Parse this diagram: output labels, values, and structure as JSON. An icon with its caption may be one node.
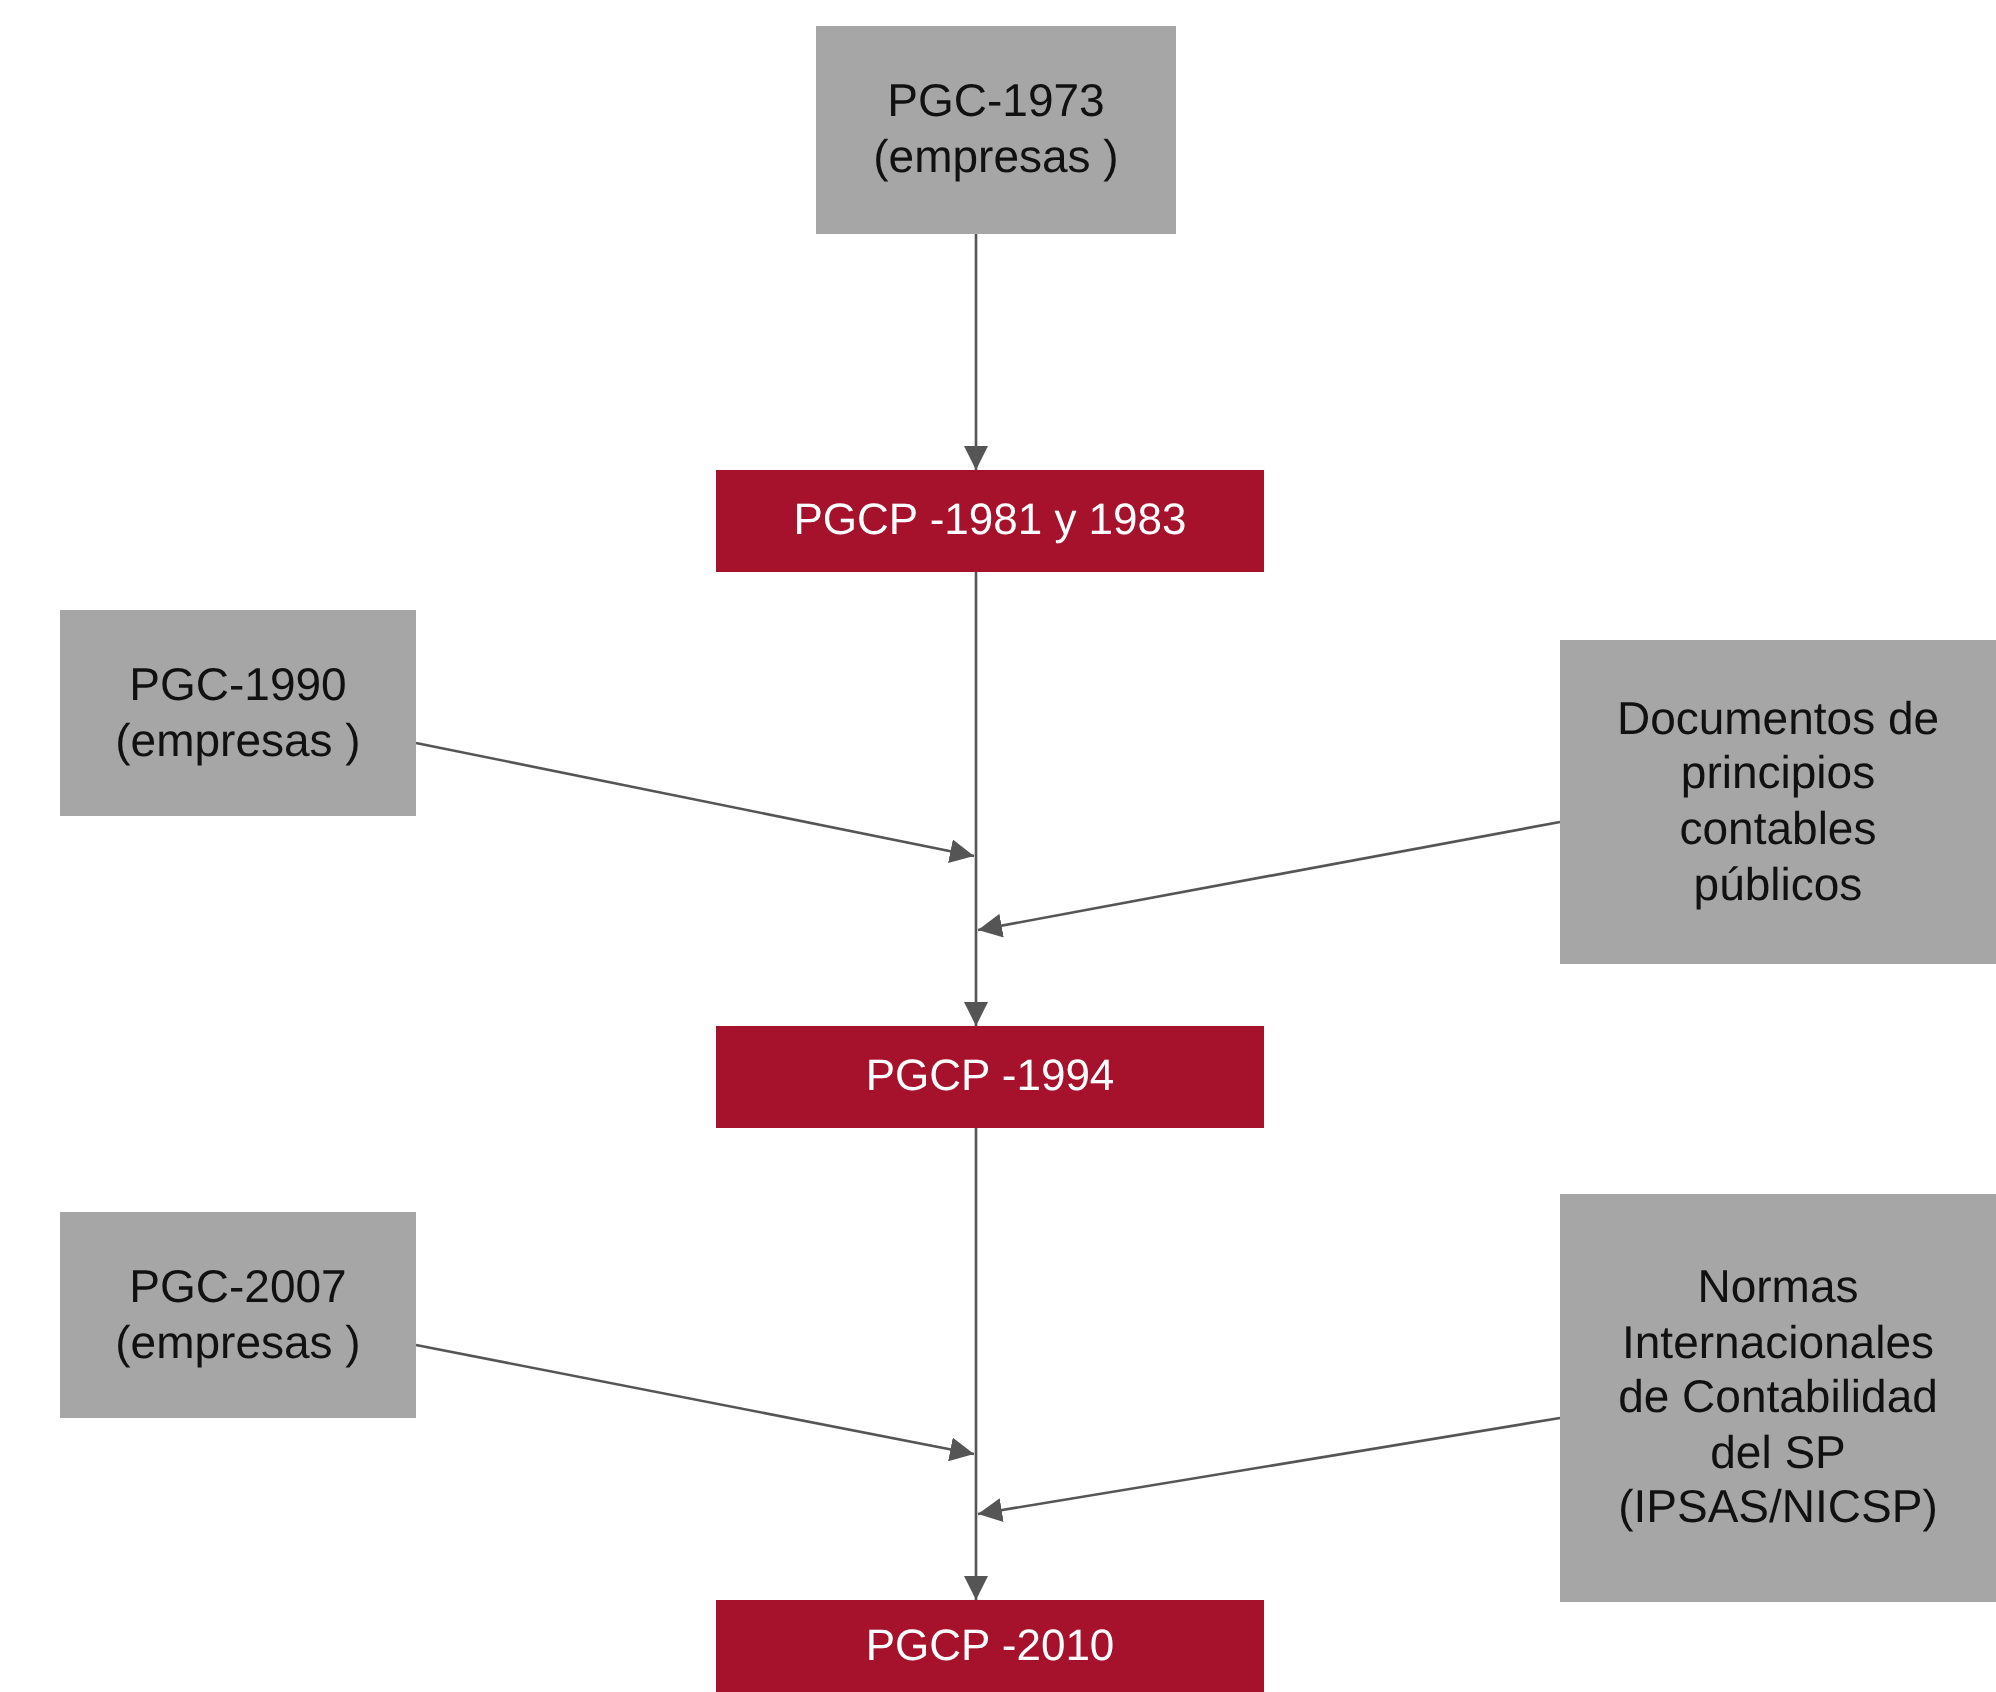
{
  "diagram": {
    "nodes": [
      {
        "text": [
          "PGC-1973 (empresas )"
        ]
      },
      {
        "text": [
          "PGCP -1981 y 1983"
        ]
      },
      {
        "text": [
          "PGC-1990 (empresas )"
        ]
      },
      {
        "text": [
          "Documentos de principios contables públicos"
        ]
      },
      {
        "text": [
          "PGCP -1994"
        ]
      },
      {
        "text": [
          "PGC-2007 (empresas )"
        ]
      },
      {
        "text": [
          "Normas Internacionales de Contabilidad del SP (IPSAS/NICSP)"
        ]
      },
      {
        "text": [
          "PGCP -2010"
        ]
      }
    ],
    "edges": [
      {
        "from": 0,
        "to": 1,
        "arrow": "to"
      },
      {
        "from": 1,
        "to": 4,
        "arrow": "to"
      },
      {
        "from": 2,
        "to": null,
        "arrow": "to"
      },
      {
        "from": 3,
        "to": null,
        "arrow": "to"
      },
      {
        "from": 4,
        "to": 7,
        "arrow": "to"
      },
      {
        "from": 5,
        "to": null,
        "arrow": "to"
      },
      {
        "from": 6,
        "to": null,
        "arrow": "to"
      }
    ]
  }
}
